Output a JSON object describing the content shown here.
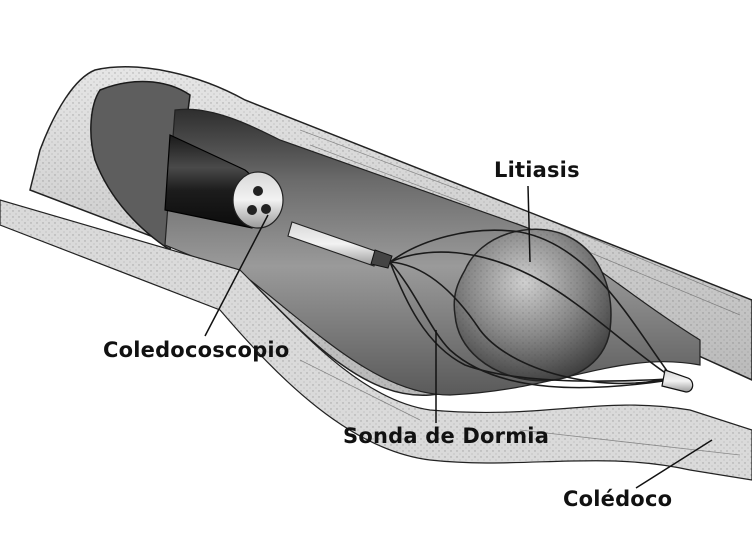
{
  "labels": {
    "litiasis": "Litiasis",
    "coledocoscopio": "Coledocoscopio",
    "sonda": "Sonda de Dormia",
    "coledoco": "Colédoco"
  }
}
